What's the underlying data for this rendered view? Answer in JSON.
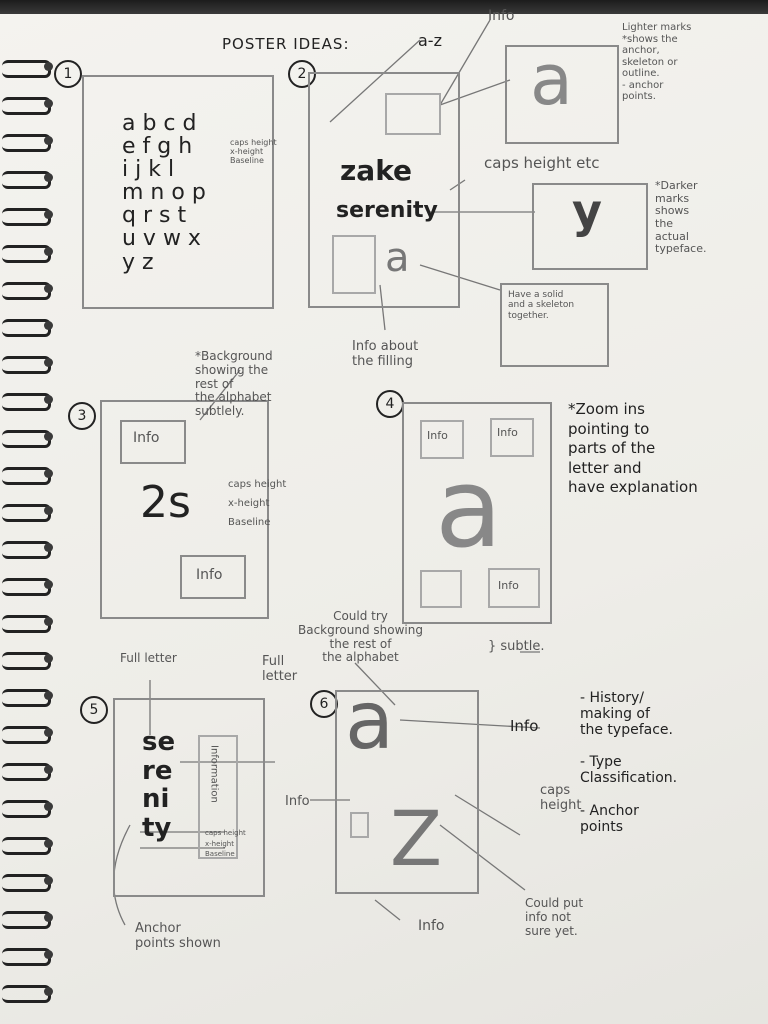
{
  "title": "POSTER IDEAS:",
  "sketches": [
    {
      "number": "1",
      "letters": "a b c d\ne f g h\ni j k l\nm n o p\nq r s t\nu v w x\ny z",
      "notes": "caps height\nx-height\nBaseline"
    },
    {
      "number": "2",
      "word1": "zake",
      "word2": "serenity",
      "glyph": "a",
      "label_az": "a-z",
      "label_info": "Info",
      "label_caps": "caps height etc",
      "glyph_a": "a",
      "glyph_y": "y",
      "note_lighter": "Lighter marks\n*shows the\nanchor,\nskeleton or\noutline.\n- anchor\npoints.",
      "note_darker": "*Darker\nmarks\nshows\nthe\nactual\ntypeface.",
      "note_solid": "Have a solid\nand a skeleton\ntogether.",
      "note_filling": "Info about\nthe filling"
    },
    {
      "number": "3",
      "glyph": "2s",
      "info1": "Info",
      "info2": "Info",
      "metrics": "caps height\nx-height\nBaseline",
      "note": "*Background\nshowing the\nrest of\nthe alphabet\nsubtlely."
    },
    {
      "number": "4",
      "glyph": "a",
      "info1": "Info",
      "info2": "Info",
      "info3": "Info",
      "note": "*Zoom ins\npointing to\nparts of the\nletter and\nhave explanation"
    },
    {
      "number": "5",
      "glyph": "se\nre\nni\nty",
      "side": "Information",
      "metrics": "caps height\nx-height\nBaseline",
      "label_full": "Full letter",
      "label_anchor": "Anchor\npoints shown"
    },
    {
      "number": "6",
      "glyph_a": "a",
      "glyph_z": "Z",
      "label_full": "Full\nletter",
      "label_bg": "Could try\nBackground showing\nthe rest of\nthe alphabet",
      "label_subtle": "} subtle.",
      "label_info_r": "Info",
      "label_info_l": "Info",
      "label_caps": "caps\nheight",
      "label_info_b": "Info",
      "label_put": "Could put\ninfo not\nsure yet.",
      "list": "- History/\nmaking of\nthe typeface.\n\n- Type\nClassification.\n\n- Anchor\npoints"
    }
  ]
}
